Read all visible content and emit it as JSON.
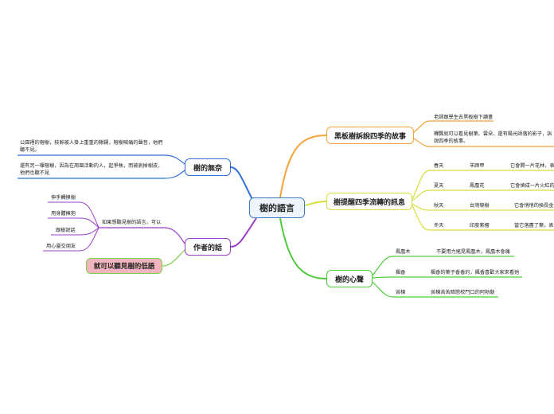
{
  "root": "樹的語言",
  "branches": {
    "b1": {
      "title": "黑板樹訴說四季的故事",
      "items": [
        "老師跟學生去黑板樹下讀書",
        "蟬飄就可以看見樹葉、雲朵、還有陽光師落的影子，訴說四季的故事。"
      ]
    },
    "b2": {
      "title": "樹提醒四季流轉的訊息",
      "rows": [
        {
          "season": "春天",
          "tree": "羊蹄甲",
          "desc": "它會開一片花林，表現春天"
        },
        {
          "season": "夏天",
          "tree": "鳳凰花",
          "desc": "它會燒成一片火紅的夏天"
        },
        {
          "season": "秋天",
          "tree": "台灣欒樹",
          "desc": "它會悄悄的換長金黃色的秋"
        },
        {
          "season": "冬天",
          "tree": "印度紫檀",
          "desc": "當它落盡了葉，表示冬天"
        }
      ]
    },
    "b3": {
      "title": "樹的心聲",
      "rows": [
        {
          "tree": "鳳凰木",
          "desc": "不要用力搖晃鳳凰木，鳳凰木會痛"
        },
        {
          "tree": "楓香",
          "desc": "楓香的葉子香香的，楓香喜歡大家來看他"
        },
        {
          "tree": "苦楝",
          "desc": "苦楝苦苦暗戀校門口的阿勃勒"
        }
      ]
    },
    "b4": {
      "title": "樹的無奈",
      "items": [
        "公園裡的榕樹，枝幹被人掛上重重的鞦韆，榕樹喊痛的聲音，他們聽不見。",
        "還有另一棵榕樹，因為在周圍活動的人，起爭執，而被剝掉樹皮，他們也聽不見"
      ]
    },
    "b5": {
      "title": "作者的話",
      "intro": "如果想聽見樹的語言，可以",
      "items": [
        "伸手觸摸樹",
        "用身體擁抱",
        "跟樹說話",
        "用心靈交朋友"
      ],
      "extra": "就可以聽見樹的低語"
    }
  },
  "colors": {
    "root": "#3b7bc8",
    "b1": "#f2a33a",
    "b2": "#d8dc3c",
    "b3": "#4ecb3c",
    "b4": "#2f6fd6",
    "b5": "#9b3fc8",
    "extra_fill": "#f2b5bf",
    "extra_border": "#7ccf4a"
  }
}
